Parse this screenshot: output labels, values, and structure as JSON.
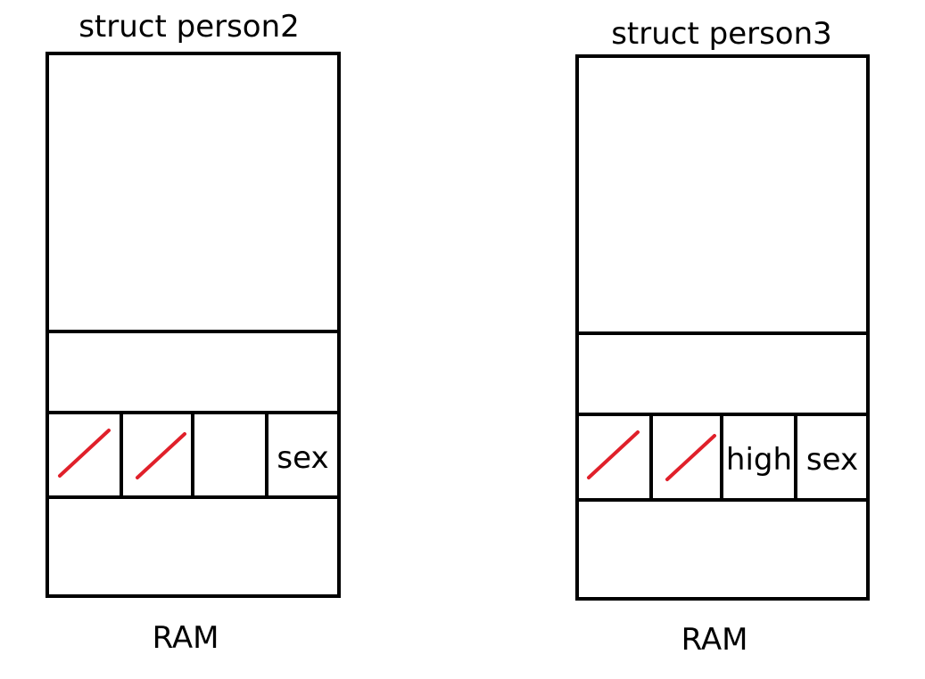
{
  "diagrams": [
    {
      "title": "struct person2",
      "footer": "RAM",
      "byte_row": [
        "",
        "",
        "",
        "sex"
      ],
      "crossed_cells": [
        0,
        1
      ]
    },
    {
      "title": "struct person3",
      "footer": "RAM",
      "byte_row": [
        "",
        "",
        "high",
        "sex"
      ],
      "crossed_cells": [
        0,
        1
      ]
    }
  ],
  "colors": {
    "outline": "#000000",
    "strike": "#e0202a"
  }
}
